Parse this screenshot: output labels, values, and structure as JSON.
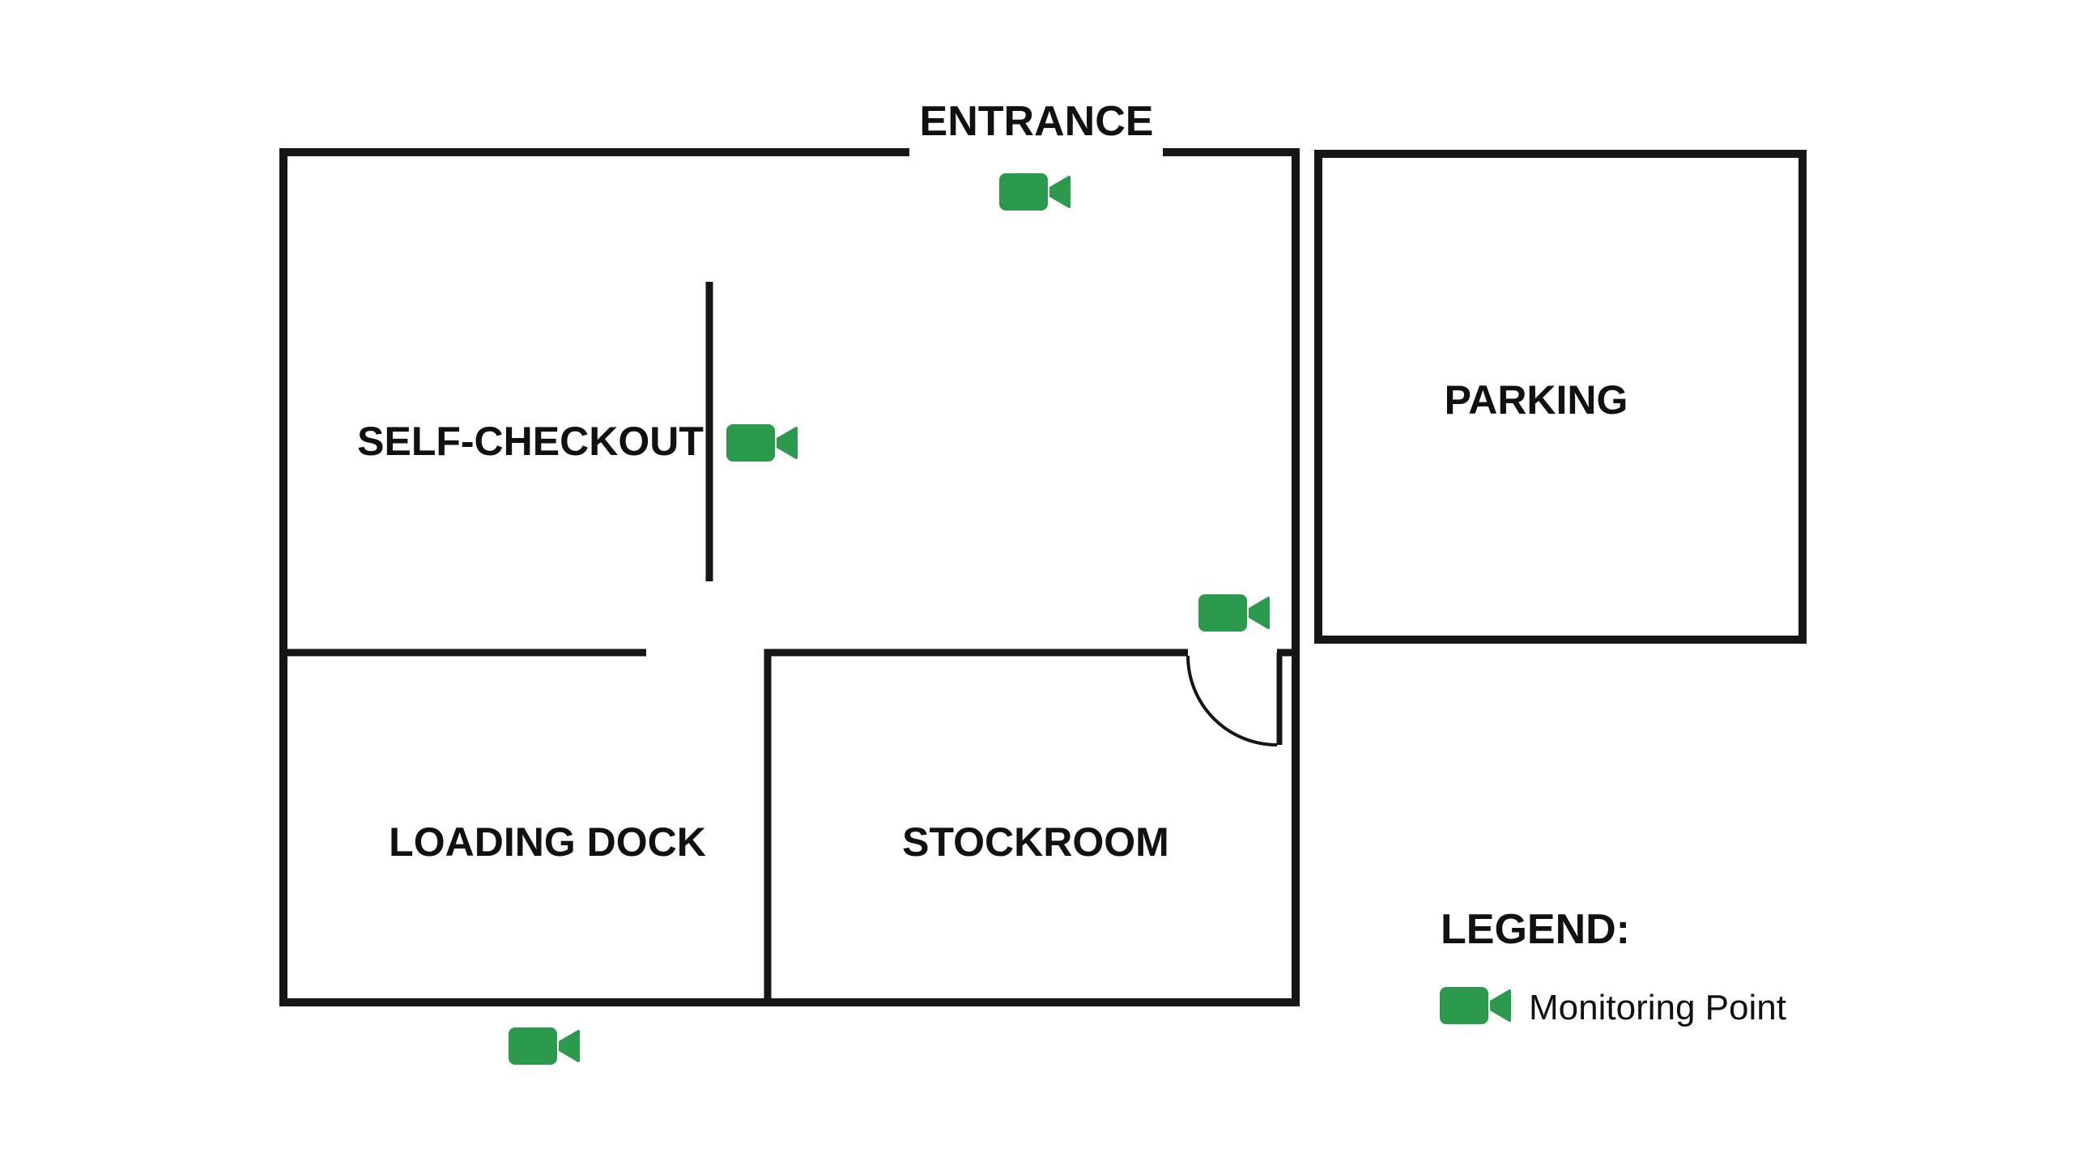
{
  "title": "Store floor plan with monitoring points",
  "colors": {
    "accent_green": "#2b9a4d",
    "wall": "#161616",
    "text": "#111111",
    "background": "#ffffff"
  },
  "rooms": {
    "entrance": {
      "label": "ENTRANCE"
    },
    "self_checkout": {
      "label": "SELF-CHECKOUT"
    },
    "parking": {
      "label": "PARKING"
    },
    "loading_dock": {
      "label": "LOADING DOCK"
    },
    "stockroom": {
      "label": "STOCKROOM"
    }
  },
  "monitoring_points": [
    {
      "location": "entrance"
    },
    {
      "location": "self-checkout"
    },
    {
      "location": "stockroom-door"
    },
    {
      "location": "loading-dock"
    }
  ],
  "legend": {
    "title": "LEGEND:",
    "items": [
      {
        "icon": "video-camera-icon",
        "label": "Monitoring Point"
      }
    ]
  }
}
